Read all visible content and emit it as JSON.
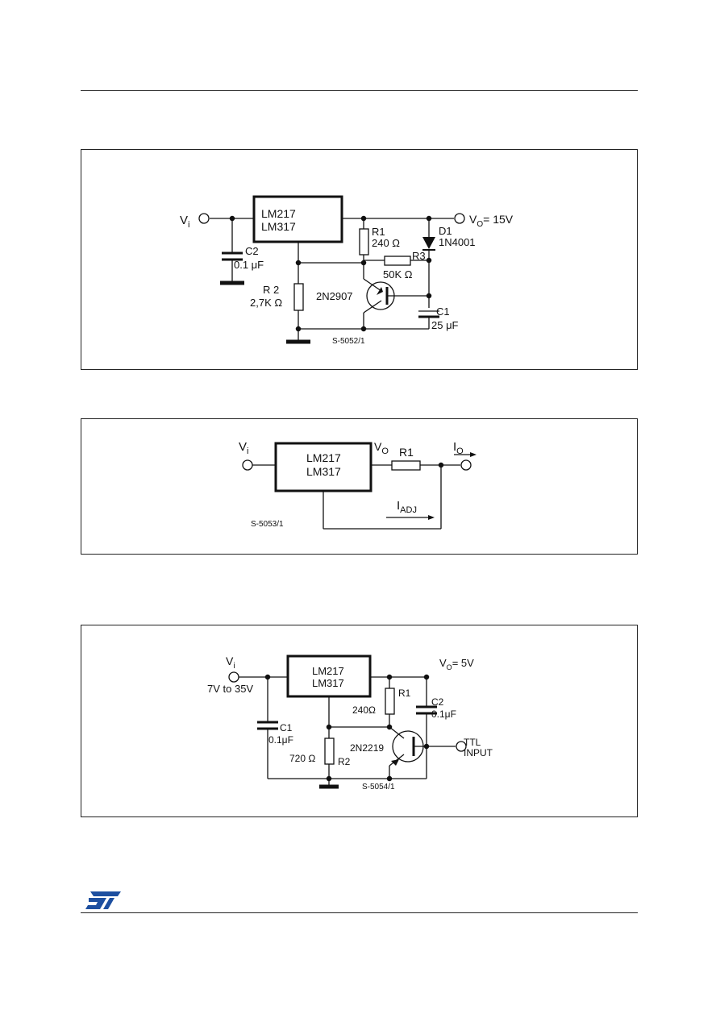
{
  "figure1": {
    "code": "S-5052/1",
    "vin": "V",
    "vin_sub": "i",
    "reg_line1": "LM217",
    "reg_line2": "LM317",
    "vout": "V",
    "vout_sub": "O",
    "vout_value": "= 15V",
    "r1_name": "R1",
    "r1_value": "240 Ω",
    "d1_name": "D1",
    "d1_part": "1N4001",
    "r3_name": "R3",
    "r3_value": "50K Ω",
    "c2_name": "C2",
    "c2_value": "0.1 μF",
    "r2_name": "R 2",
    "r2_value": "2,7K Ω",
    "q_part": "2N2907",
    "c1_name": "C1",
    "c1_value": "25 μF"
  },
  "figure2": {
    "code": "S-5053/1",
    "vin": "V",
    "vin_sub": "i",
    "reg_line1": "LM217",
    "reg_line2": "LM317",
    "vout": "V",
    "vout_sub": "O",
    "r1_name": "R1",
    "io": "I",
    "io_sub": "O",
    "iadj": "I",
    "iadj_sub": "ADJ"
  },
  "figure3": {
    "code": "S-5054/1",
    "vin": "V",
    "vin_sub": "i",
    "vin_range": "7V to 35V",
    "reg_line1": "LM217",
    "reg_line2": "LM317",
    "vout": "V",
    "vout_sub": "O",
    "vout_value": "= 5V",
    "r1_name": "R1",
    "r1_value": "240Ω",
    "c2_name": "C2",
    "c2_value": "0.1μF",
    "c1_name": "C1",
    "c1_value": "0.1μF",
    "r2_value": "720 Ω",
    "r2_name": "R2",
    "q_part": "2N2219",
    "ttl_line1": "TTL",
    "ttl_line2": "INPUT"
  },
  "footer": {
    "logo_text": "ST"
  }
}
